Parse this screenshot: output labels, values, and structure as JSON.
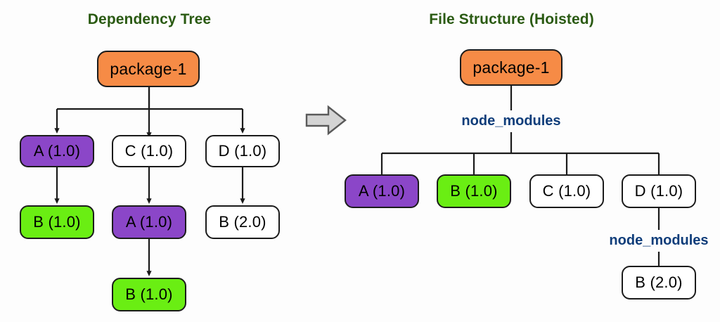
{
  "diagram": {
    "background_color": "#fdfdfd",
    "title_color": "#2a5a12",
    "dir_label_color": "#0f3d7a",
    "edge_color": "#1b1b1b",
    "colors": {
      "root_orange": "#f68b46",
      "package_a_purple": "#8b46c8",
      "package_b_green": "#6aee13",
      "plain_white": "#ffffff",
      "flow_arrow_fill": "#d4d4d4",
      "flow_arrow_stroke": "#5a5a5a"
    }
  },
  "left_panel": {
    "title": "Dependency Tree",
    "root": {
      "label": "package-1"
    },
    "level1": [
      {
        "label": "A (1.0)",
        "kind": "purple"
      },
      {
        "label": "C (1.0)",
        "kind": "plain"
      },
      {
        "label": "D (1.0)",
        "kind": "plain"
      }
    ],
    "level2": [
      {
        "label": "B (1.0)",
        "kind": "green"
      },
      {
        "label": "A (1.0)",
        "kind": "purple"
      },
      {
        "label": "B (2.0)",
        "kind": "plain"
      }
    ],
    "level3": [
      {
        "label": "B (1.0)",
        "kind": "green"
      }
    ]
  },
  "right_panel": {
    "title": "File Structure (Hoisted)",
    "root": {
      "label": "package-1"
    },
    "node_modules_top": "node_modules",
    "hoisted": [
      {
        "label": "A (1.0)",
        "kind": "purple"
      },
      {
        "label": "B (1.0)",
        "kind": "green"
      },
      {
        "label": "C (1.0)",
        "kind": "plain"
      },
      {
        "label": "D (1.0)",
        "kind": "plain"
      }
    ],
    "node_modules_nested": "node_modules",
    "nested": [
      {
        "label": "B (2.0)",
        "kind": "plain"
      }
    ]
  },
  "flow_arrow": {
    "name": "right-arrow",
    "glyph": "➡"
  }
}
